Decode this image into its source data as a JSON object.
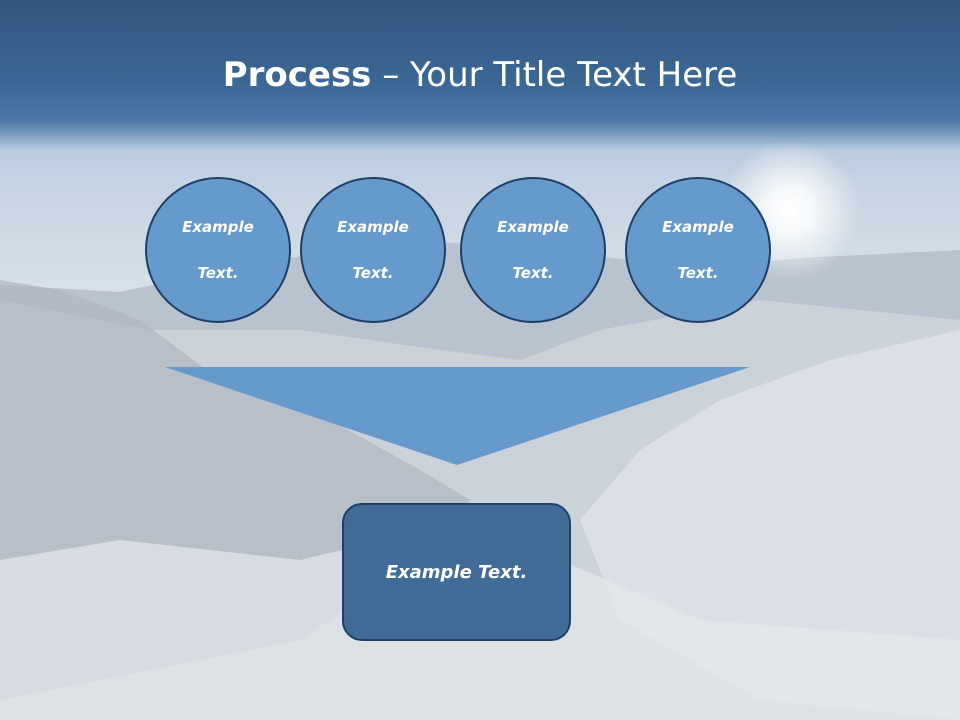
{
  "title": {
    "bold": "Process",
    "rest": " – Your Title Text Here"
  },
  "circles": [
    {
      "line1": "Example",
      "line2": "Text."
    },
    {
      "line1": "Example",
      "line2": "Text."
    },
    {
      "line1": "Example",
      "line2": "Text."
    },
    {
      "line1": "Example",
      "line2": "Text."
    }
  ],
  "result_box": "Example Text.",
  "colors": {
    "title_band": "#3c6794",
    "circle_fill": "#6699cc",
    "circle_border": "#1f3f66",
    "arrow_fill": "#6699cc",
    "box_fill": "#416c97"
  }
}
